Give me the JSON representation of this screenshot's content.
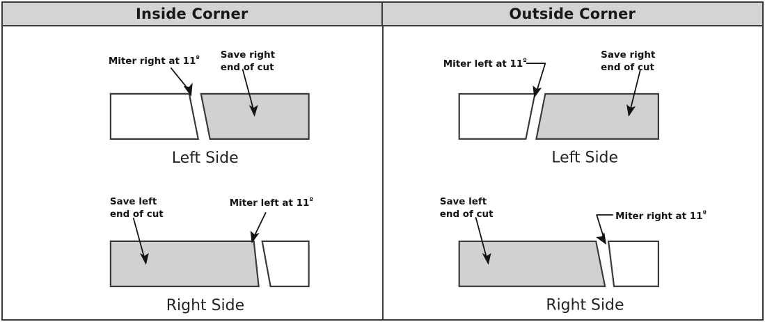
{
  "figure": {
    "columns": [
      {
        "title": "Inside Corner"
      },
      {
        "title": "Outside Corner"
      }
    ],
    "colors": {
      "header_background": "#d4d4d4",
      "frame_line": "#3a3a3a",
      "board_keep_fill": "#d1d1d1",
      "board_waste_fill": "#ffffff",
      "text": "#141414"
    },
    "panels": [
      {
        "id": "inside-left-side",
        "column": "Inside Corner",
        "caption": "Left Side",
        "miter_label": "Miter right at 11",
        "miter_degree": "º",
        "save_label_line1": "Save right",
        "save_label_line2": "end of cut",
        "keep_piece": "right",
        "cut_slant": "down-right"
      },
      {
        "id": "outside-left-side",
        "column": "Outside Corner",
        "caption": "Left Side",
        "miter_label": "Miter left at 11",
        "miter_degree": "º",
        "save_label_line1": "Save right",
        "save_label_line2": "end of cut",
        "keep_piece": "right",
        "cut_slant": "down-left"
      },
      {
        "id": "inside-right-side",
        "column": "Inside Corner",
        "caption": "Right Side",
        "miter_label": "Miter left at 11",
        "miter_degree": "º",
        "save_label_line1": "Save left",
        "save_label_line2": "end of cut",
        "keep_piece": "left",
        "cut_slant": "down-right"
      },
      {
        "id": "outside-right-side",
        "column": "Outside Corner",
        "caption": "Right Side",
        "miter_label": "Miter right at 11",
        "miter_degree": "º",
        "save_label_line1": "Save left",
        "save_label_line2": "end of cut",
        "keep_piece": "left",
        "cut_slant": "down-left"
      }
    ]
  }
}
